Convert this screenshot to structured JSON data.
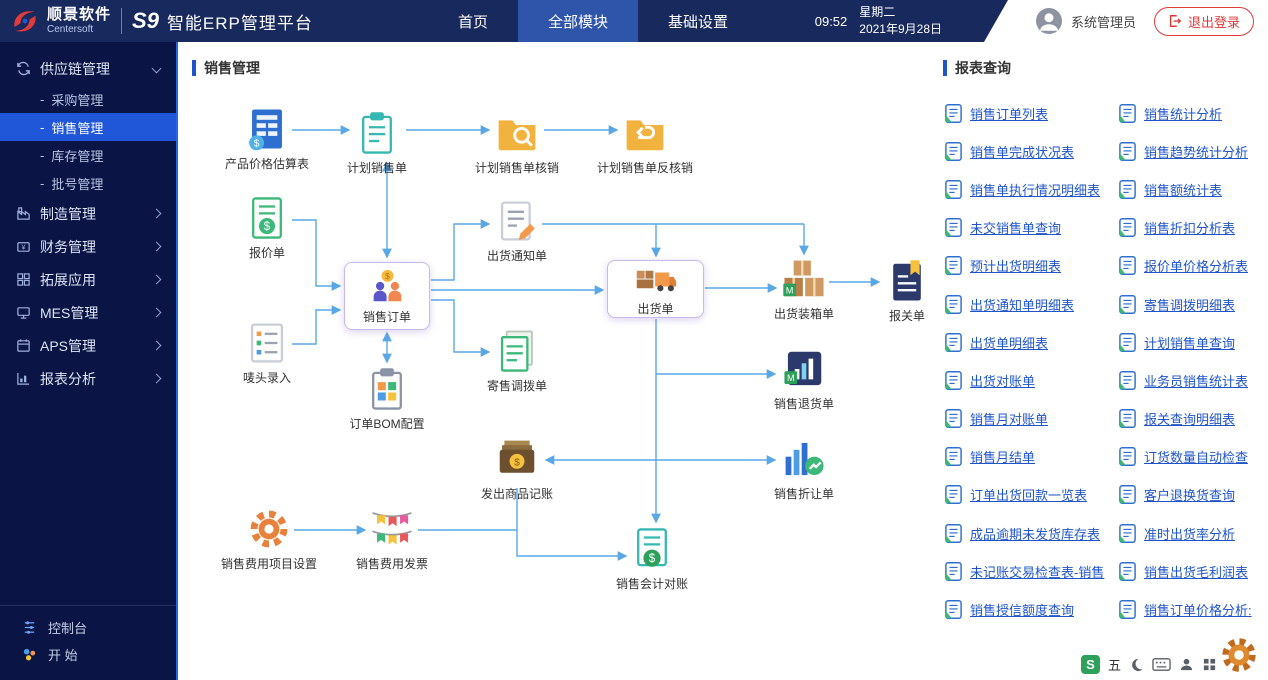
{
  "colors": {
    "header_bg": "#18295e",
    "nav_active_bg": "#2f55ab",
    "sidebar_bg": "#0a1445",
    "sidebar_active_bg": "#1f57d8",
    "report_link_blue": "#1f55c8",
    "flow_arrow_blue": "#5aa7e6",
    "logout_red": "#e23a3a"
  },
  "header": {
    "logo_cn": "顺景软件",
    "logo_en": "Centersoft",
    "product": "S9",
    "title": "智能ERP管理平台",
    "nav": [
      {
        "label": "首页",
        "active": false
      },
      {
        "label": "全部模块",
        "active": true
      },
      {
        "label": "基础设置",
        "active": false
      }
    ],
    "time": "09:52",
    "weekday": "星期二",
    "date": "2021年9月28日",
    "user": "系统管理员",
    "logout_label": "退出登录"
  },
  "sidebar": {
    "groups": [
      {
        "label": "供应链管理",
        "expanded": true,
        "active_child": "销售管理",
        "children": [
          "采购管理",
          "销售管理",
          "库存管理",
          "批号管理"
        ]
      },
      {
        "label": "制造管理"
      },
      {
        "label": "财务管理"
      },
      {
        "label": "拓展应用"
      },
      {
        "label": "MES管理"
      },
      {
        "label": "APS管理"
      },
      {
        "label": "报表分析"
      }
    ],
    "footer": [
      {
        "label": "控制台"
      },
      {
        "label": "开 始"
      }
    ]
  },
  "main": {
    "section_title": "销售管理",
    "flow_nodes": [
      {
        "id": "product-price-estimate",
        "label": "产品价格估算表",
        "icon": "doc-table-icon"
      },
      {
        "id": "planned-sales-order",
        "label": "计划销售单",
        "icon": "clipboard-icon"
      },
      {
        "id": "planned-sales-writeoff",
        "label": "计划销售单核销",
        "icon": "folder-search-icon"
      },
      {
        "id": "planned-sales-reverse-writeoff",
        "label": "计划销售单反核销",
        "icon": "folder-undo-icon"
      },
      {
        "id": "quotation",
        "label": "报价单",
        "icon": "doc-dollar-icon"
      },
      {
        "id": "sales-order",
        "label": "销售订单",
        "icon": "people-coin-icon",
        "boxed": true
      },
      {
        "id": "shipment-notice",
        "label": "出货通知单",
        "icon": "doc-pencil-icon"
      },
      {
        "id": "shipment-order",
        "label": "出货单",
        "icon": "truck-icon",
        "boxed": true
      },
      {
        "id": "shipment-packing-list",
        "label": "出货装箱单",
        "icon": "boxes-icon"
      },
      {
        "id": "customs-declaration",
        "label": "报关单",
        "icon": "doc-flag-icon"
      },
      {
        "id": "shipping-mark-entry",
        "label": "唛头录入",
        "icon": "list-colored-icon"
      },
      {
        "id": "order-bom-config",
        "label": "订单BOM配置",
        "icon": "clipboard-bom-icon"
      },
      {
        "id": "consignment-transfer",
        "label": "寄售调拨单",
        "icon": "doc-stack-icon"
      },
      {
        "id": "sales-return",
        "label": "销售退货单",
        "icon": "chart-m-icon"
      },
      {
        "id": "goods-issue-accounting",
        "label": "发出商品记账",
        "icon": "ledger-dollar-icon"
      },
      {
        "id": "sales-allowance",
        "label": "销售折让单",
        "icon": "chart-up-icon"
      },
      {
        "id": "sales-expense-item-setting",
        "label": "销售费用项目设置",
        "icon": "gear-icon"
      },
      {
        "id": "sales-expense-invoice",
        "label": "销售费用发票",
        "icon": "flags-icon"
      },
      {
        "id": "sales-accounting-reconciliation",
        "label": "销售会计对账",
        "icon": "doc-calc-icon"
      }
    ]
  },
  "reports": {
    "title": "报表查询",
    "left": [
      "销售订单列表",
      "销售单完成状况表",
      "销售单执行情况明细表",
      "未交销售单查询",
      "预计出货明细表",
      "出货通知单明细表",
      "出货单明细表",
      "出货对账单",
      "销售月对账单",
      "销售月结单",
      "订单出货回款一览表",
      "成品逾期未发货库存表",
      "未记账交易检查表-销售",
      "销售授信额度查询"
    ],
    "right": [
      "销售统计分析",
      "销售趋势统计分析",
      "销售额统计表",
      "销售折扣分析表",
      "报价单价格分析表",
      "寄售调拨明细表",
      "计划销售单查询",
      "业务员销售统计表",
      "报关查询明细表",
      "订货数量自动检查",
      "客户退换货查询",
      "准时出货率分析",
      "销售出货毛利润表",
      "销售订单价格分析:"
    ]
  },
  "taskbar": {
    "input_badge": "S",
    "input_mode": "五",
    "icons": [
      "moon-icon",
      "keyboard-icon",
      "person-icon",
      "grid-icon"
    ],
    "gear": "settings-gear-icon"
  }
}
